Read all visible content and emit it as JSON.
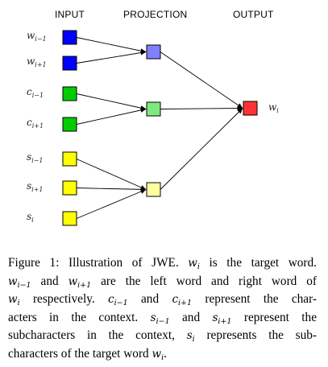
{
  "diagram": {
    "headers": {
      "input": "INPUT",
      "projection": "PROJECTION",
      "output": "OUTPUT"
    },
    "input_nodes": [
      {
        "base": "w",
        "sub": "i−1",
        "color": "#0000ff"
      },
      {
        "base": "w",
        "sub": "i+1",
        "color": "#0000ff"
      },
      {
        "base": "c",
        "sub": "i−1",
        "color": "#00cc00"
      },
      {
        "base": "c",
        "sub": "i+1",
        "color": "#00cc00"
      },
      {
        "base": "s",
        "sub": "i−1",
        "color": "#ffff00"
      },
      {
        "base": "s",
        "sub": "i+1",
        "color": "#ffff00"
      },
      {
        "base": "s",
        "sub": "i",
        "color": "#ffff00"
      }
    ],
    "projection_nodes": [
      {
        "color": "#8080ff"
      },
      {
        "color": "#80e880"
      },
      {
        "color": "#ffffa0"
      }
    ],
    "output_node": {
      "base": "w",
      "sub": "i",
      "color": "#ff3333"
    }
  },
  "caption": {
    "lines": [
      [
        {
          "t": "Figure 1: Illustration of JWE. "
        },
        {
          "m": "w",
          "s": "i"
        },
        {
          "t": " is the target word."
        }
      ],
      [
        {
          "m": "w",
          "s": "i−1"
        },
        {
          "t": " and "
        },
        {
          "m": "w",
          "s": "i+1"
        },
        {
          "t": " are the left word and right word of"
        }
      ],
      [
        {
          "m": "w",
          "s": "i"
        },
        {
          "t": " respectively. "
        },
        {
          "m": "c",
          "s": "i−1"
        },
        {
          "t": " and "
        },
        {
          "m": "c",
          "s": "i+1"
        },
        {
          "t": " represent the char-"
        }
      ],
      [
        {
          "t": "acters in the context. "
        },
        {
          "m": "s",
          "s": "i−1"
        },
        {
          "t": " and "
        },
        {
          "m": "s",
          "s": "i+1"
        },
        {
          "t": " represent the"
        }
      ],
      [
        {
          "t": "subcharacters in the context, "
        },
        {
          "m": "s",
          "s": "i"
        },
        {
          "t": " represents the sub-"
        }
      ],
      [
        {
          "t": "characters of the target word "
        },
        {
          "m": "w",
          "s": "i"
        },
        {
          "t": "."
        }
      ]
    ]
  }
}
